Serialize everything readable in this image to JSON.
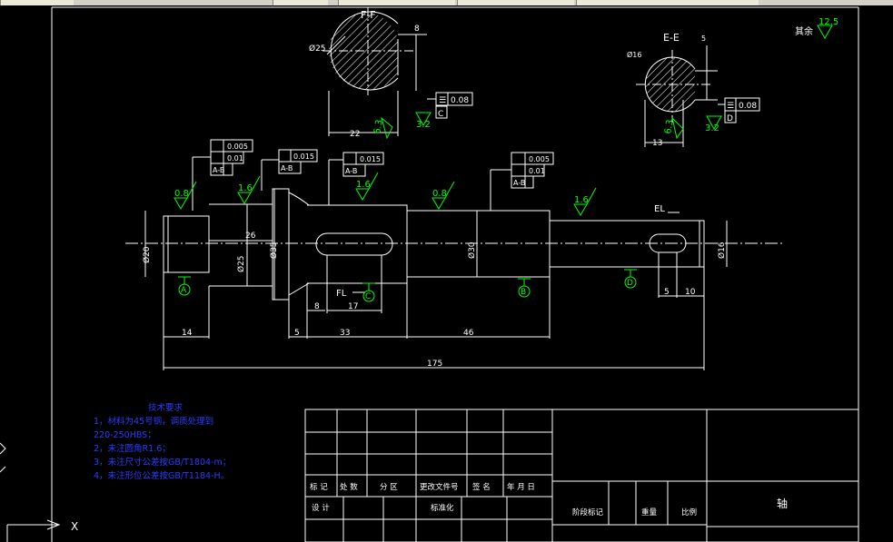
{
  "window": {
    "toolbar_segments": [
      "",
      "",
      "",
      "",
      ""
    ]
  },
  "drawing": {
    "colors": {
      "line": "#ffffff",
      "roughness": "#00ff00",
      "tech_text": "#2b3cff",
      "background": "#000000"
    },
    "section_ff": {
      "title": "F-F",
      "dia": "Ø25",
      "key_depth": "8",
      "width": "22",
      "flat_sym": "☰",
      "flat_tol": "0.08",
      "datum": "C",
      "rough_a": "6.3",
      "rough_b": "3.2"
    },
    "section_ee": {
      "title": "E-E",
      "dia": "Ø16",
      "key_depth": "5",
      "width": "13",
      "flat_sym": "☰",
      "flat_tol": "0.08",
      "datum": "D",
      "rough_a": "6.3",
      "rough_b": "3.2"
    },
    "rest_roughness": {
      "label": "其余",
      "value": "12.5"
    },
    "fcf1": {
      "runout": "0.005",
      "cyl": "0.01",
      "datum": "A-B"
    },
    "fcf2": {
      "runout": "0.015",
      "datum": "A-B"
    },
    "fcf3": {
      "runout": "0.015",
      "datum": "A-B"
    },
    "fcf4": {
      "runout": "0.005",
      "cyl": "0.01",
      "datum": "A-B"
    },
    "roughness_values": [
      "0.8",
      "1.6",
      "1.6",
      "0.8",
      "1.6"
    ],
    "datums": [
      "A",
      "C",
      "B",
      "D"
    ],
    "section_labels": {
      "fl": "FL",
      "el": "EL"
    },
    "dims": {
      "d20": "Ø20",
      "d25": "Ø25",
      "d35": "Ø35",
      "d30": "Ø30",
      "d16": "Ø16",
      "len26": "26",
      "len14": "14",
      "len5a": "5",
      "len8": "8",
      "len17": "17",
      "len33": "33",
      "len46": "46",
      "len5b": "5",
      "len10": "10",
      "total": "175"
    },
    "tech_req": {
      "title": "技术要求",
      "lines": [
        "1，材料为45号钢，调质处理到",
        "220-250HBS；",
        "2，未注圆角R1.6；",
        "3，未注尺寸公差按GB/T1804-m；",
        "4，未注形位公差按GB/T1184-H。"
      ]
    },
    "title_block": {
      "row_labels": [
        "标 记",
        "处 数",
        "分 区",
        "更改文件号",
        "签 名",
        "年 月 日"
      ],
      "design": "设 计",
      "standard": "标准化",
      "stage": "阶段标记",
      "weight": "重量",
      "scale": "比例",
      "part_name": "轴"
    },
    "ucs": {
      "x_label": "X"
    }
  }
}
